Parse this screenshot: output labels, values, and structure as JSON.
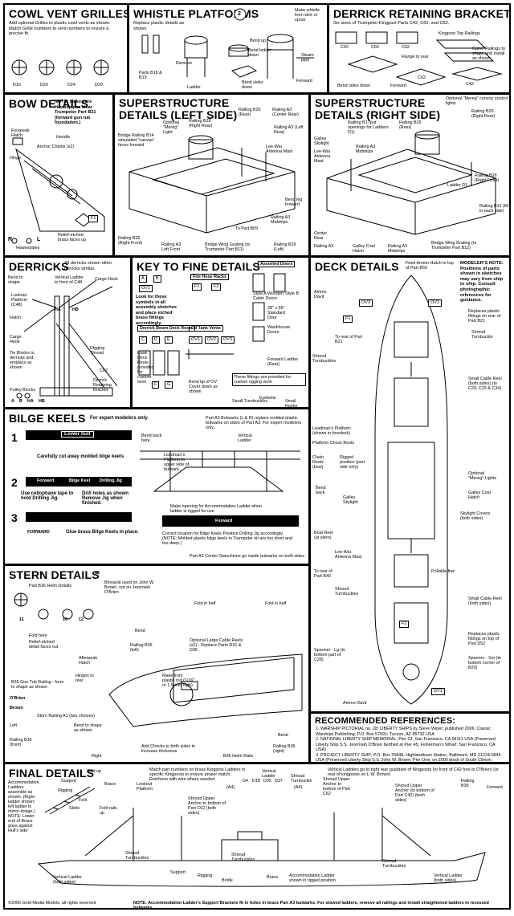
{
  "sections": {
    "cowl": {
      "title": "COWL VENT GRILLES",
      "note": "Add optional Grilles to plastic cowl vents as shown. Match Grille numbers to vent numbers to ensure a precise fit.",
      "parts": [
        "D16",
        "D20",
        "D24",
        "D29"
      ]
    },
    "whistle": {
      "title": "WHISTLE PLATFORMS",
      "note": "Replace plastic details as shown.",
      "step": "2",
      "labels": [
        "Parts B18 & B19",
        "Remove",
        "Ladder",
        "Bend up",
        "Bend ladder down",
        "Bend sides down",
        "Make whistle from wire or sprue",
        "Steam pipe",
        "Forward"
      ]
    },
    "derrick_brackets": {
      "title": "DERRICK RETAINING BRACKETS",
      "note": "Six sizes of Trumpeter Kingpost Parts C42, C60, and C62.",
      "labels": [
        "C42",
        "C50",
        "C62",
        "Kingpost Top Railings",
        "Curve Railings to shape and install as shown",
        "Flange to rear",
        "Bend sides down",
        "Forward",
        "C62",
        "C42"
      ]
    },
    "bow": {
      "title": "BOW DETAILS",
      "note": "NOTE: Make sure Hawsepipes clear Trumpeter Part B21 (forward gun tub foundation.)",
      "labels": [
        "Handle",
        "Forepeak Hatch",
        "Anchor Chains (x2)",
        "Hinge",
        "F1",
        "Relief-etched brass faces up",
        "Hawsepipes"
      ],
      "legend": [
        "R",
        "L"
      ]
    },
    "super_left": {
      "title": "SUPERSTRUCTURE DETAILS (LEFT SIDE)",
      "labels": [
        "Optional \"Mereg\" Light",
        "Railing B26 (Right Rear)",
        "Railing B26 (Rear)",
        "Railing A3 (Center Rear)",
        "Bridge Railing B14 simulated \"canvas\" faces forward",
        "Railing A3 (Left Rear)",
        "Lee-Wai Antenna Mast",
        "Bend leg forward",
        "To Part B09",
        "Railing A3 Midships",
        "Railing B26 (Right Front)",
        "Railing A3 Left Front",
        "Bridge Wing Grating (to Trumpeter Part B11)",
        "Railing B26 (Left)"
      ]
    },
    "super_right": {
      "title": "SUPERSTRUCTURE DETAILS (RIGHT SIDE)",
      "labels": [
        "Optional \"Mereg\" convoy control lights",
        "Railing B26 (Right Rear)",
        "Railing B26 (Rear)",
        "Railing B1 (put openings for Ladders D1)",
        "Galley Skylight",
        "Lee-Wai Antenna Mast",
        "Railing A3 Midships",
        "Ladder D1",
        "Railing B26 (Right Front)",
        "Railing B12 (fill in each side)",
        "Center Rear",
        "Railing A3",
        "Galley Coal Hatch",
        "Railing A3 Midships",
        "Bridge Wing Grating (to Trumpeter Part B12)"
      ]
    },
    "derricks": {
      "title": "DERRICKS",
      "note": "All derricks shown other derricks similar.",
      "labels": [
        "Bend to shape",
        "Vertical Ladder to front of C48",
        "Cargo Hook",
        "Lookout Platform (C48)",
        "HA",
        "HB",
        "Hatch",
        "Cargo Hook",
        "Tie Blocks to derricks and emplace as shown",
        "Rigging Thread",
        "C62",
        "Derrick Retaining Bracket",
        "Pulley Blocks",
        "A",
        "B",
        "HA",
        "HB"
      ]
    },
    "key": {
      "title": "KEY TO FINE DETAILS",
      "note": "Look for these symbols in all assembly sketches and place etched brass fittings accordingly.",
      "symbols": [
        "A",
        "B",
        "OV1",
        "F1",
        "F2",
        "C",
        "D",
        "E",
        "F",
        "G",
        "OV1",
        "OV2",
        "OV3"
      ],
      "groups": [
        "Fire Hose Racks",
        "Derrick Boom Deck Rests",
        "Oil Tank Vents",
        "Assorted Doors"
      ],
      "labels": [
        "Ease Deck Rests provided for custom work",
        "Bend tip of OV Cover down as shown",
        "Style A Wooden Cabin Doors",
        "Style B",
        "28\" x 66\" Standard Door",
        "Washhouse Doors",
        "Forward Ladder (Rear)",
        "These fittings are provided for custom rigging work",
        "Eyebolts",
        "Small Turnbuckles",
        "Small Hooks"
      ]
    },
    "deck": {
      "title": "DECK DETAILS",
      "modeler_note": "MODELER'S NOTE: Positions of parts shown in sketches may vary from ship to ship. Consult photographic references for guidance.",
      "labels": [
        "Feed Ammo Hatch to top of Part B50",
        "Ammo Davit",
        "OV3",
        "OV2",
        "Replaces plastic fittings on rear of Part B21",
        "Shroud Turnbuckle",
        "F1",
        "To rear of Part B21",
        "Shroud Turnbuckles",
        "Small Cable Reel (both sides) (to C29, C33 & C34)",
        "Leadman's Platform (shown in foredeck)",
        "Platform Chock Rests",
        "Chain Rests (bow)",
        "Rigged position (port side only)",
        "Bend back",
        "Galley Skylight",
        "Optional \"Mereg\" Lights",
        "Galley Coal Hatch",
        "Skylight Covers (both sides)",
        "Boat Reel (at stern)",
        "Lee-Wai Antenna Mast",
        "To rear of Part B40",
        "Pollable fine",
        "Shroud Turnbuckles",
        "Small Cable Reel (both sides)",
        "Replaces plastic fittings on top of Part D52",
        "Spanner - Lg (to bottom part of C28)",
        "Spanner - Sm (to bottom corner of B20)",
        "Ammo Davit",
        "DV1",
        "F2"
      ]
    },
    "bilge": {
      "title": "BILGE KEELS",
      "subtitle": "For expert modelers only.",
      "steps": [
        "1",
        "2",
        "3"
      ],
      "labels": [
        "Lower hull",
        "Carefully cut away molded bilge keels",
        "Forward",
        "Bilge Keel",
        "Drilling Jig",
        "Use cellophane tape to hold Drilling Jig.",
        "Drill holes as shown Remove Jig when finished.",
        "FORWARD",
        "Glue brass Bilge Keels in place.",
        "Part A3 Bulwarks (L & R) replace molded plastic bulwarks on sides of Part A3. For expert modelers only.",
        "Bend back here",
        "Vertical Ladder",
        "Leadman's Platform to upper side of bulwark",
        "Make opening for Accommodation Ladder when ladder is rigged for use",
        "Forward",
        "Correct location for Bilge Keels Position Drilling Jig accordingly. (NOTE: Molded plastic bilge keels in Trumpeter kit are too short and too deep.)",
        "Part A3 Center Stanchions go inside bulwarks on both sides"
      ]
    },
    "stern": {
      "title": "STERN DETAILS",
      "labels": [
        "Part B36 Helm Details",
        "11",
        "10",
        "12",
        "13",
        "Fold here",
        "Relief-etched detail faces out",
        "Binnacle used on John W. Brown, not on Jeremiah O'Brien",
        "Bend",
        "Fold in half",
        "Fold in half",
        "Railing B36 (left)",
        "Optional Large Cable Reels (x2) - Replace Parts D31 & D36",
        "Afterpeak Hatch",
        "Hinges to rear",
        "Make from plastic rod (1/16\" or 1.5 mm high)",
        "B36 Gun Tub Railing - form to shape as shown",
        "O'Brien",
        "Brown",
        "Stern Railing A1 (two choices)",
        "Left",
        "Bend to shape as shown",
        "Railing B36 (front)",
        "Right",
        "Add Chocks to both sides to increase thickness",
        "Bend",
        "B36 Helm Rails",
        "Railing B36 (right)"
      ]
    },
    "refs": {
      "title": "RECOMMENDED REFERENCES:",
      "items": [
        "1. WARSHIP PICTORIAL no. 28: LIBERTY SHIPS by Steve Wiper; published 2006; Classic Warships Publishing; P.O. Box 57591; Tucson, AZ 85732 USA",
        "2. NATIONAL LIBERTY SHIP MEMORIAL; Pier 23; San Francisco, CA 94111 USA (Preserved Liberty Ship S.S. Jeremiah O'Brien berthed at Pier 45, Fisherman's Wharf, San Francisco, CA USA)",
        "3. PROJECT LIBERTY SHIP; P.O. Box 25846, Highlandtown Station, Baltimore, MD 21224-0846 USA (Preserved Liberty Ship S.S. John W. Brown; Pier One; on 2000 block of South Clinton Street, Baltimore, MD USA)"
      ]
    },
    "final": {
      "title": "FINAL DETAILS",
      "labels": [
        "Accommodation Ladders assemble as shown. (Right ladder shown; left ladder is mirror-image.) NOTE: Lower end of Brace goes against Hull's side",
        "Fold up",
        "Support",
        "Rigging",
        "Brace",
        "Fold",
        "Fold rails up",
        "Skids",
        "Match part numbers on brass Kingpost Ladders to specific Kingposts to ensure proper match. Reinforce with wire where needed.",
        "Lookout Platform",
        "Shroud Upper Anchor to bottom of Part C62 (both sides)",
        "Vertical Ladder",
        "Shroud Turnbuckle",
        "Shroud Upper Anchor to bottom of Part C62",
        "Shroud Upper Anchor (to bottom of Part C42) (both sides)",
        "Vertical Ladders go to right rear quadrant of Kingposts (or front of C42 fore to O'Brien) (or rear of kingposts on L.W. Brown)",
        "Railing B36",
        "Forward",
        "Support",
        "Rigging",
        "Bridle",
        "Brace",
        "Accommodation Ladder shown in rigged position",
        "Vertical Ladder (both sides)",
        "Vertical Ladder (both sides)",
        "Shroud Turnbuckles",
        "Shroud Turnbuckles",
        "Shroud Turnbuckles",
        "D4",
        "D18",
        "D35",
        "D37",
        "(A4)",
        "(A4)"
      ],
      "copyright": "©2006 Gold Medal Models, all rights reserved",
      "footnote": "NOTE: Accommodation Ladder's Support Brackets fit in holes in brass Part A3 bulwarks. For stowed ladders, remove all railings and install straightened ladders in recessed bulwarks."
    }
  }
}
